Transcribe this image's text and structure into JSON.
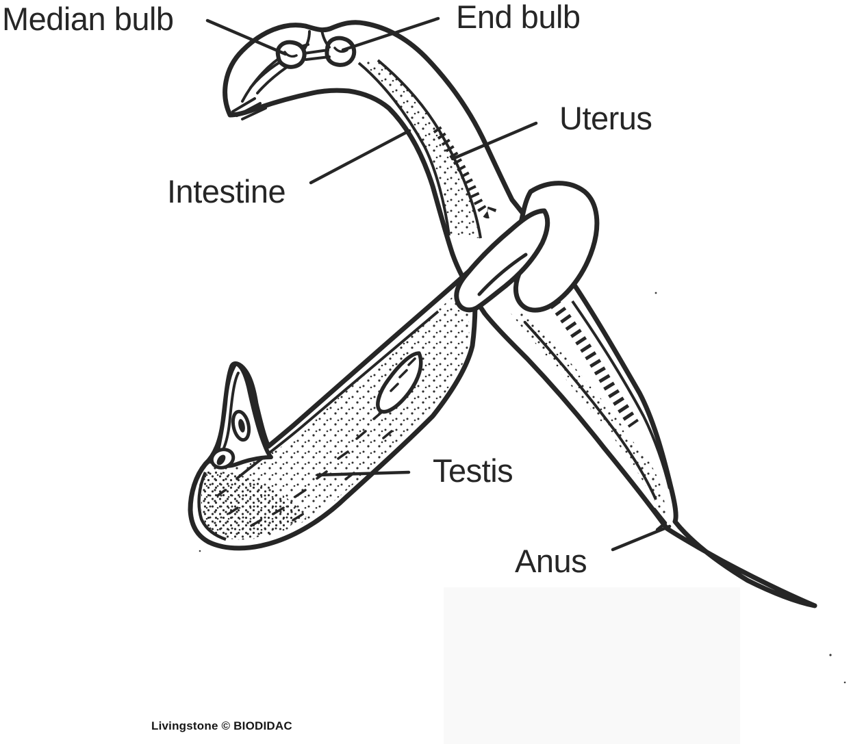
{
  "diagram": {
    "labels": {
      "median_bulb": "Median bulb",
      "end_bulb": "End bulb",
      "uterus": "Uterus",
      "intestine": "Intestine",
      "testis": "Testis",
      "anus": "Anus"
    },
    "attribution": "Livingstone © BIODIDAC",
    "colors": {
      "ink": "#262626",
      "background": "#ffffff",
      "panel": "#f9f9f9"
    }
  }
}
